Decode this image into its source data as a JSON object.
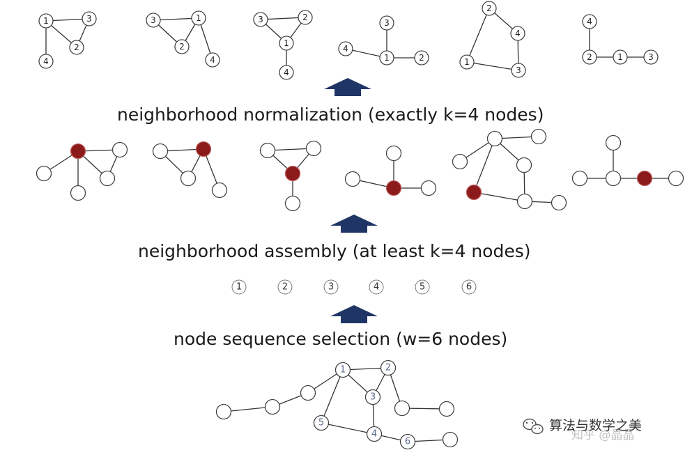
{
  "captions": {
    "normalization": "neighborhood normalization (exactly k=4 nodes)",
    "assembly": "neighborhood assembly  (at least k=4 nodes)",
    "selection": "node sequence selection (w=6 nodes)"
  },
  "sequence_labels": [
    "1",
    "2",
    "3",
    "4",
    "5",
    "6"
  ],
  "graph_labels": [
    "1",
    "2",
    "3",
    "4",
    "5",
    "6"
  ],
  "normalized_graphs": [
    {
      "labels": [
        "1",
        "3",
        "2",
        "4"
      ]
    },
    {
      "labels": [
        "3",
        "1",
        "2",
        "4"
      ]
    },
    {
      "labels": [
        "3",
        "2",
        "1",
        "4"
      ]
    },
    {
      "labels": [
        "3",
        "4",
        "1",
        "2"
      ]
    },
    {
      "labels": [
        "2",
        "4",
        "1",
        "3"
      ]
    },
    {
      "labels": [
        "4",
        "2",
        "1",
        "3"
      ]
    }
  ],
  "watermark": {
    "text": "算法与数学之美",
    "faint_text": "知乎 @晶晶"
  },
  "colors": {
    "center_node": "#8b1a1a",
    "arrow": "#1f3566",
    "edge": "#333333",
    "node_stroke": "#444444"
  }
}
